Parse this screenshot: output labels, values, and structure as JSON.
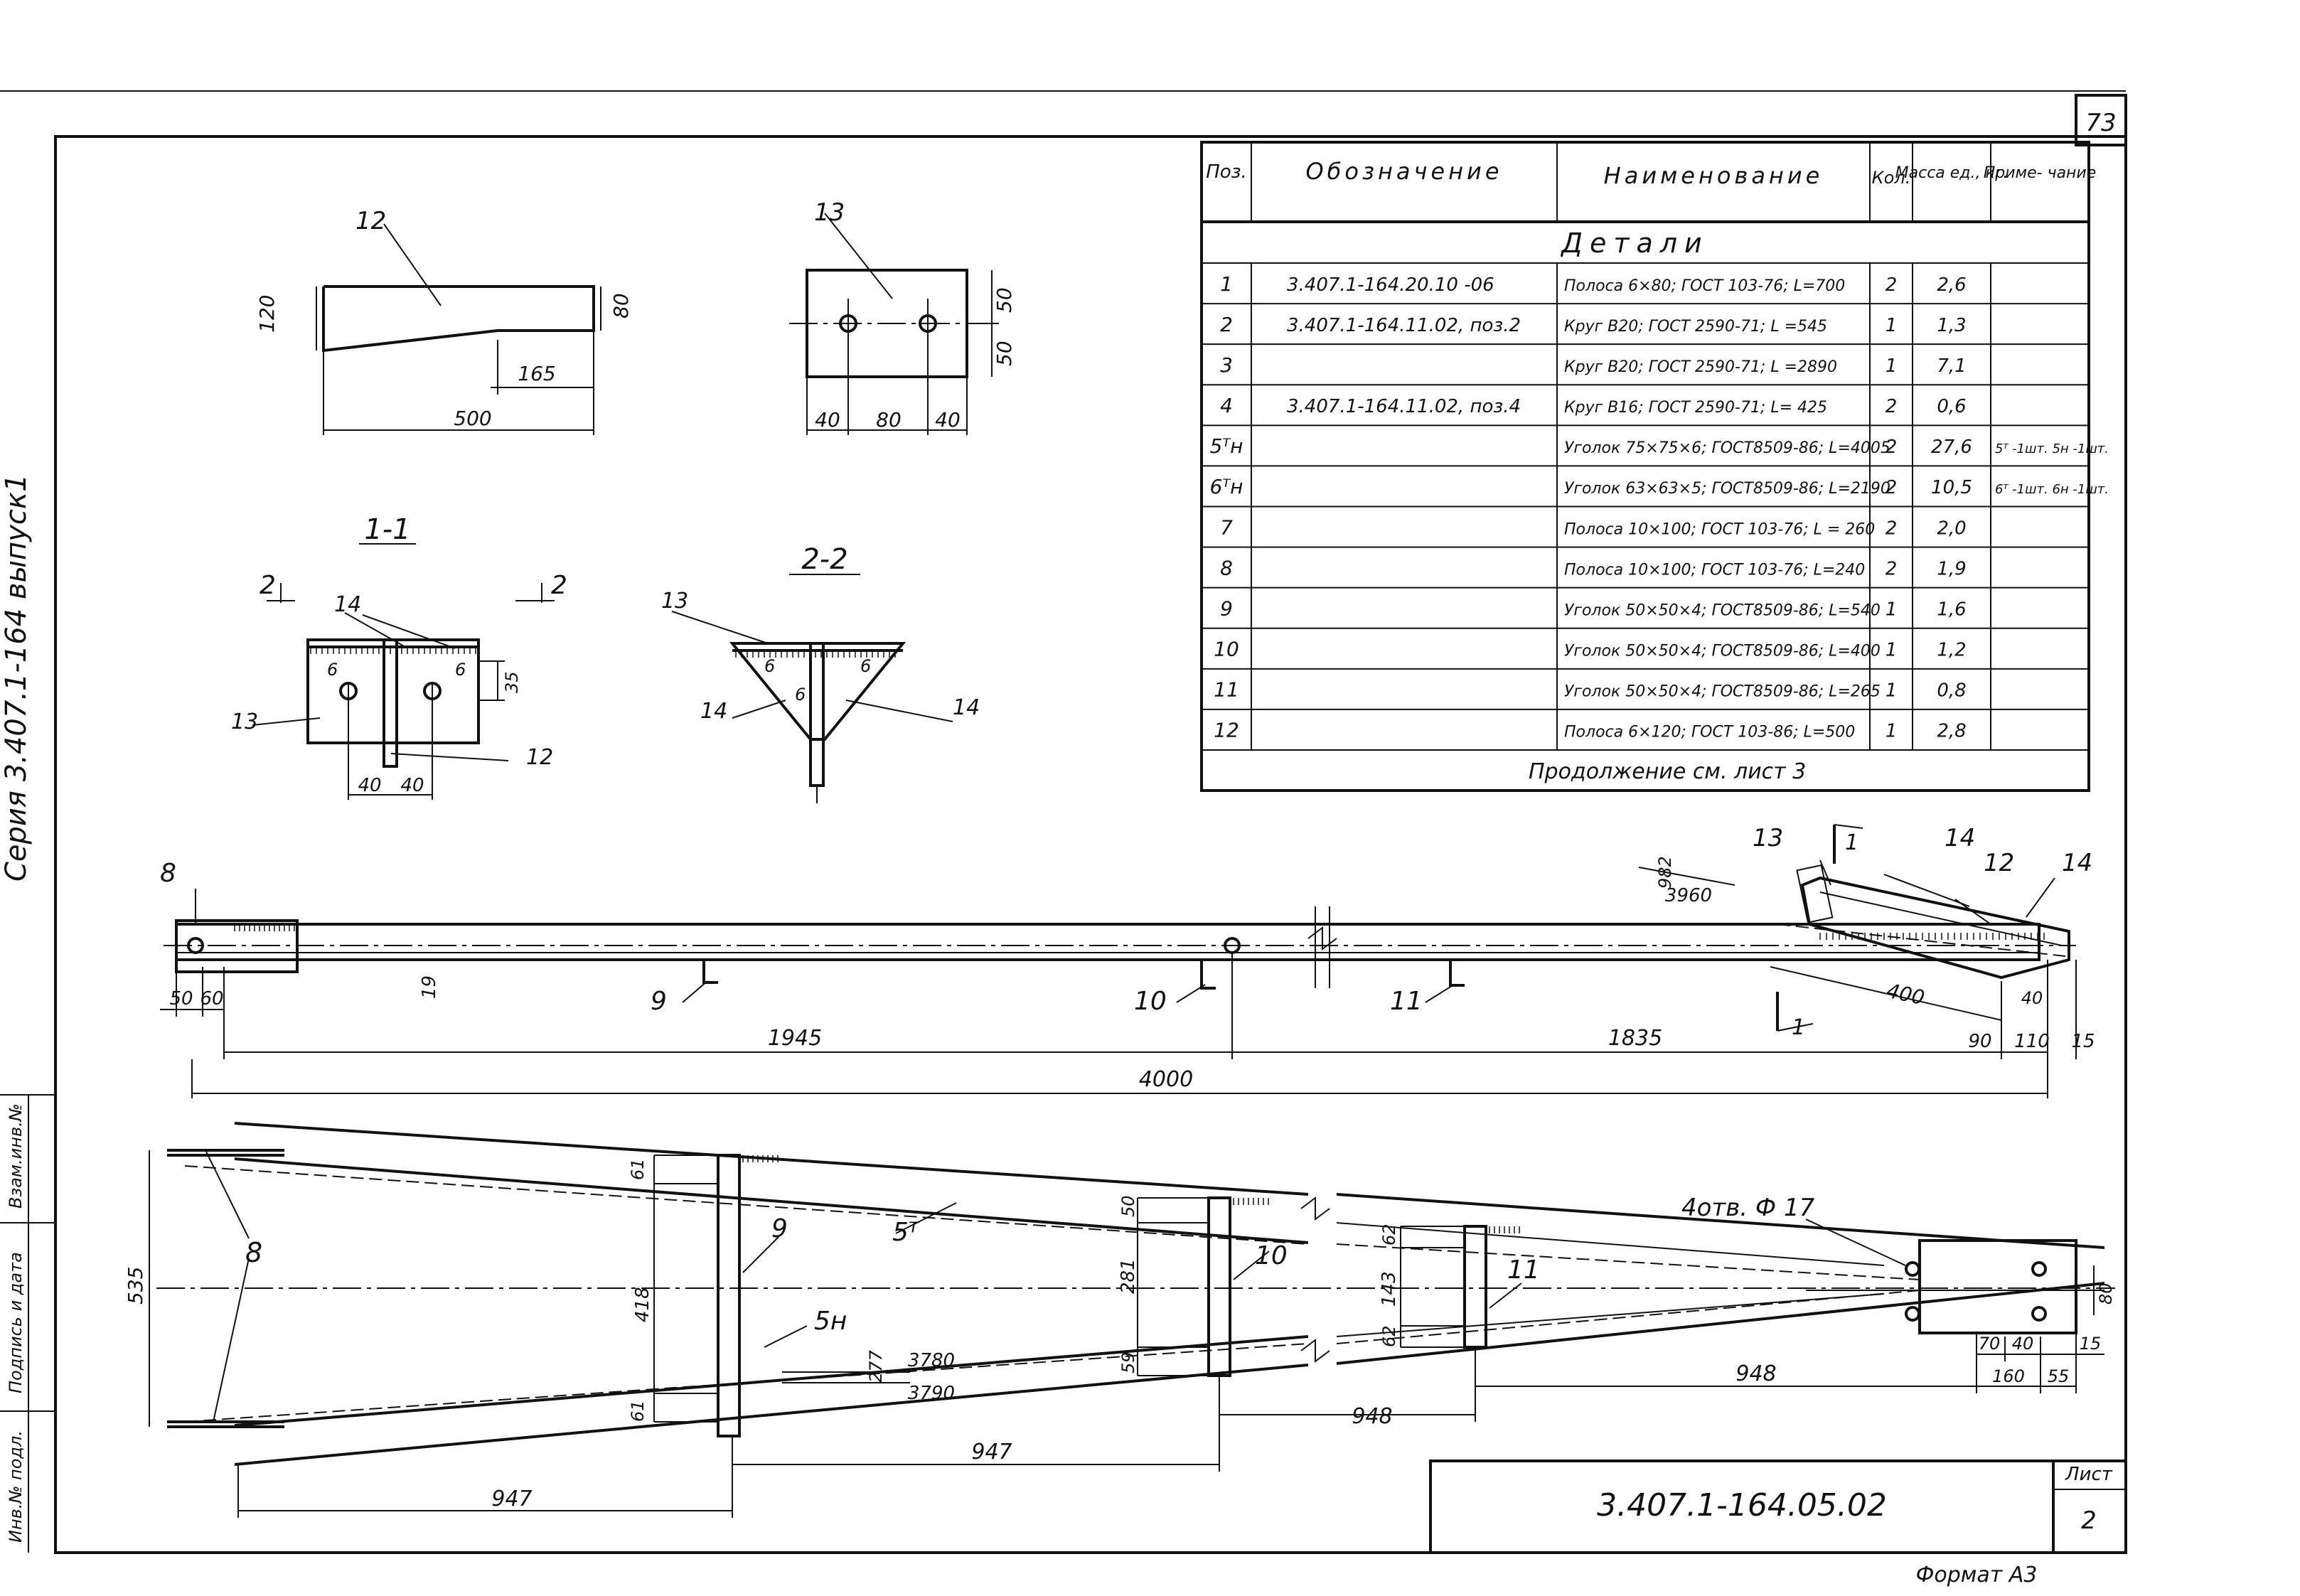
{
  "sheet": {
    "page_number": "73",
    "side_stamp": "Серия 3.407.1-164 выпуск1",
    "side_cells": [
      "Инв.№ подл.",
      "Подпись и дата",
      "Взам.инв.№"
    ],
    "designation": "3.407.1-164.05.02",
    "list_label": "Лист",
    "list_number": "2",
    "format": "Формат А3"
  },
  "spec_table": {
    "headers": {
      "pos": "Поз.",
      "designation": "Обозначение",
      "name": "Наименование",
      "qty": "Кол.",
      "mass": "Масса ед., кг.",
      "note": "Приме- чание"
    },
    "section": "Детали",
    "rows": [
      {
        "pos": "1",
        "designation": "3.407.1-164.20.10 -06",
        "name": "Полоса 6×80; ГОСТ 103-76; L=700",
        "qty": "2",
        "mass": "2,6",
        "note": ""
      },
      {
        "pos": "2",
        "designation": "3.407.1-164.11.02, поз.2",
        "name": "Круг В20; ГОСТ 2590-71; L =545",
        "qty": "1",
        "mass": "1,3",
        "note": ""
      },
      {
        "pos": "3",
        "designation": "",
        "name": "Круг В20; ГОСТ 2590-71; L =2890",
        "qty": "1",
        "mass": "7,1",
        "note": ""
      },
      {
        "pos": "4",
        "designation": "3.407.1-164.11.02, поз.4",
        "name": "Круг В16; ГОСТ 2590-71; L= 425",
        "qty": "2",
        "mass": "0,6",
        "note": ""
      },
      {
        "pos": "5ᵀн",
        "designation": "",
        "name": "Уголок 75×75×6; ГОСТ8509-86; L=4005",
        "qty": "2",
        "mass": "27,6",
        "note": "5ᵀ -1шт. 5н -1шт."
      },
      {
        "pos": "6ᵀн",
        "designation": "",
        "name": "Уголок 63×63×5; ГОСТ8509-86; L=2190",
        "qty": "2",
        "mass": "10,5",
        "note": "6ᵀ -1шт. 6н -1шт."
      },
      {
        "pos": "7",
        "designation": "",
        "name": "Полоса 10×100; ГОСТ 103-76; L = 260",
        "qty": "2",
        "mass": "2,0",
        "note": ""
      },
      {
        "pos": "8",
        "designation": "",
        "name": "Полоса 10×100; ГОСТ 103-76; L=240",
        "qty": "2",
        "mass": "1,9",
        "note": ""
      },
      {
        "pos": "9",
        "designation": "",
        "name": "Уголок 50×50×4; ГОСТ8509-86; L=540",
        "qty": "1",
        "mass": "1,6",
        "note": ""
      },
      {
        "pos": "10",
        "designation": "",
        "name": "Уголок 50×50×4; ГОСТ8509-86; L=400",
        "qty": "1",
        "mass": "1,2",
        "note": ""
      },
      {
        "pos": "11",
        "designation": "",
        "name": "Уголок 50×50×4; ГОСТ8509-86; L=265",
        "qty": "1",
        "mass": "0,8",
        "note": ""
      },
      {
        "pos": "12",
        "designation": "",
        "name": "Полоса 6×120; ГОСТ 103-86; L=500",
        "qty": "1",
        "mass": "2,8",
        "note": ""
      }
    ],
    "continuation": "Продолжение см. лист 3"
  },
  "detail12": {
    "label": "12",
    "dim_height": "120",
    "dim_end": "80",
    "dim_bevel": "165",
    "dim_length": "500"
  },
  "detail13": {
    "label": "13",
    "dim_a": "40",
    "dim_b": "80",
    "dim_c": "40",
    "dim_h1": "50",
    "dim_h2": "50"
  },
  "section11": {
    "title": "1-1",
    "cut_left": "2",
    "cut_right": "2",
    "lbl14": "14",
    "lbl13": "13",
    "lbl12": "12",
    "weld": "6",
    "dim35": "35",
    "dim40a": "40",
    "dim40b": "40"
  },
  "section22": {
    "title": "2-2",
    "lbl13": "13",
    "lbl14a": "14",
    "lbl14b": "14",
    "weld": "6"
  },
  "elevation": {
    "lbl8": "8",
    "lbl9": "9",
    "lbl10": "10",
    "lbl11": "11",
    "lbl12": "12",
    "lbl13": "13",
    "lbl14a": "14",
    "lbl14b": "14",
    "dim50": "50",
    "dim60": "60",
    "dim19": "19",
    "dim1945": "1945",
    "dim1835": "1835",
    "dim4000": "4000",
    "dim982": "982",
    "dim3960": "3960",
    "dim400": "400",
    "dim90": "90",
    "dim110": "110",
    "dim15": "15",
    "dim40": "40",
    "cut": "1"
  },
  "plan": {
    "lbl8": "8",
    "lbl9": "9",
    "lbl10": "10",
    "lbl11": "11",
    "lbl5t": "5ᵀ",
    "lbl5n": "5н",
    "holes": "4отв. Ф 17",
    "dim535": "535",
    "dim61a": "61",
    "dim61b": "61",
    "dim418": "418",
    "dim50": "50",
    "dim281": "281",
    "dim59": "59",
    "dim62a": "62",
    "dim62b": "62",
    "dim143": "143",
    "dim277": "277",
    "dim3780": "3780",
    "dim3790": "3790",
    "dim948a": "948",
    "dim948b": "948",
    "dim947a": "947",
    "dim947b": "947",
    "dim80": "80",
    "dim70": "70",
    "dim40": "40",
    "dim15": "15",
    "dim160": "160",
    "dim55": "55"
  }
}
